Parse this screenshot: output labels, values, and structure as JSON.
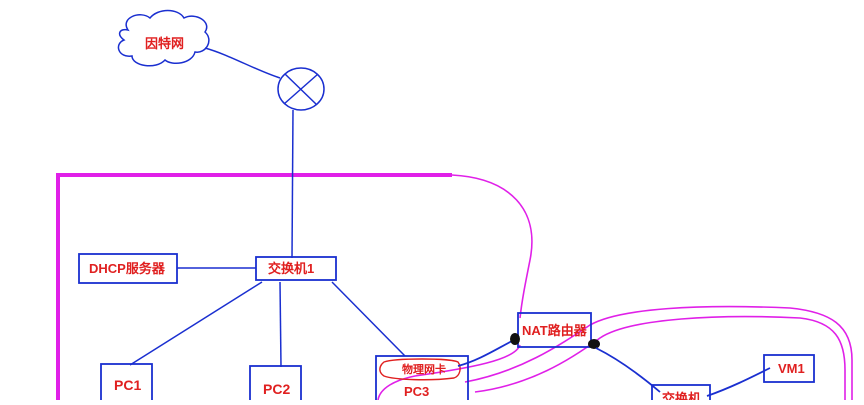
{
  "diagram": {
    "internet_label": "因特网",
    "dhcp_label": "DHCP服务器",
    "switch1_label": "交换机1",
    "pc1_label": "PC1",
    "pc2_label": "PC2",
    "pc3_label": "PC3",
    "nic_label": "物理网卡",
    "nat_router_label": "NAT路由器",
    "vm1_label": "VM1",
    "switch2_label": "交换机"
  },
  "colors": {
    "line_blue": "#1a2fd0",
    "box_border": "#1a2fd0",
    "label_red": "#e02020",
    "boundary_magenta": "#e020e8",
    "connector_black": "#111111"
  }
}
